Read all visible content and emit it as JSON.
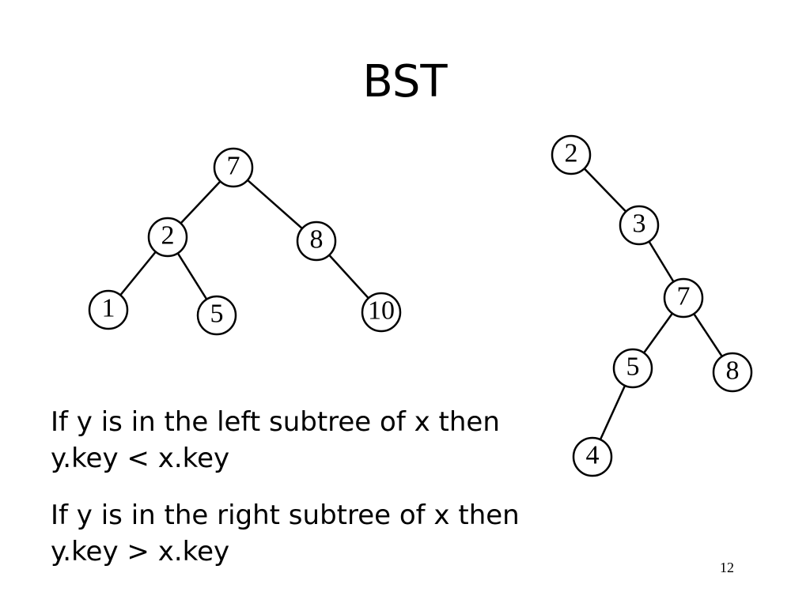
{
  "slide": {
    "title": "BST",
    "rule_left": "If y is in the left subtree of x then y.key < x.key",
    "rule_right": "If y is in the right subtree of x then y.key > x.key",
    "page_number": "12"
  },
  "trees": [
    {
      "id": "balanced",
      "nodes": [
        {
          "id": "a7",
          "label": "7"
        },
        {
          "id": "a2",
          "label": "2"
        },
        {
          "id": "a8",
          "label": "8"
        },
        {
          "id": "a1",
          "label": "1"
        },
        {
          "id": "a5",
          "label": "5"
        },
        {
          "id": "a10",
          "label": "10"
        }
      ],
      "edges": [
        [
          "a7",
          "a2"
        ],
        [
          "a7",
          "a8"
        ],
        [
          "a2",
          "a1"
        ],
        [
          "a2",
          "a5"
        ],
        [
          "a8",
          "a10"
        ]
      ]
    },
    {
      "id": "skewed",
      "nodes": [
        {
          "id": "b2",
          "label": "2"
        },
        {
          "id": "b3",
          "label": "3"
        },
        {
          "id": "b7",
          "label": "7"
        },
        {
          "id": "b5",
          "label": "5"
        },
        {
          "id": "b8",
          "label": "8"
        },
        {
          "id": "b4",
          "label": "4"
        }
      ],
      "edges": [
        [
          "b2",
          "b3"
        ],
        [
          "b3",
          "b7"
        ],
        [
          "b7",
          "b5"
        ],
        [
          "b7",
          "b8"
        ],
        [
          "b5",
          "b4"
        ]
      ]
    }
  ]
}
